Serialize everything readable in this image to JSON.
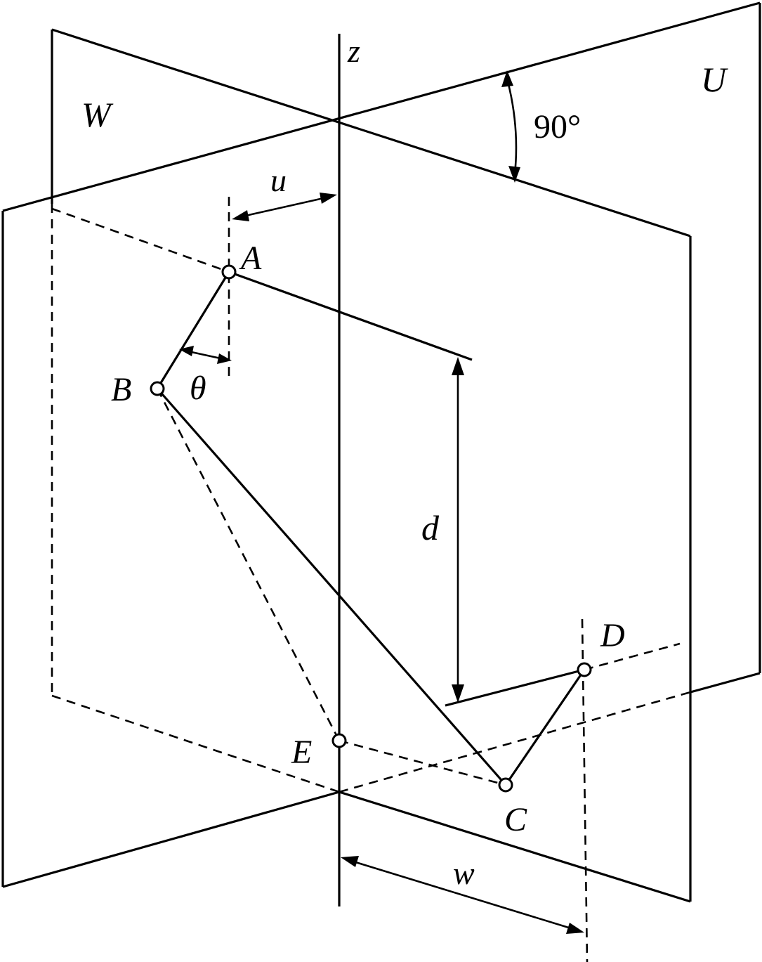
{
  "labels": {
    "z_axis": "z",
    "plane_w": "W",
    "plane_u": "U",
    "angle": "90°",
    "offset_u": "u",
    "angle_theta": "θ",
    "distance_d": "d",
    "offset_w": "w",
    "point_a": "A",
    "point_b": "B",
    "point_c": "C",
    "point_d": "D",
    "point_e": "E"
  }
}
